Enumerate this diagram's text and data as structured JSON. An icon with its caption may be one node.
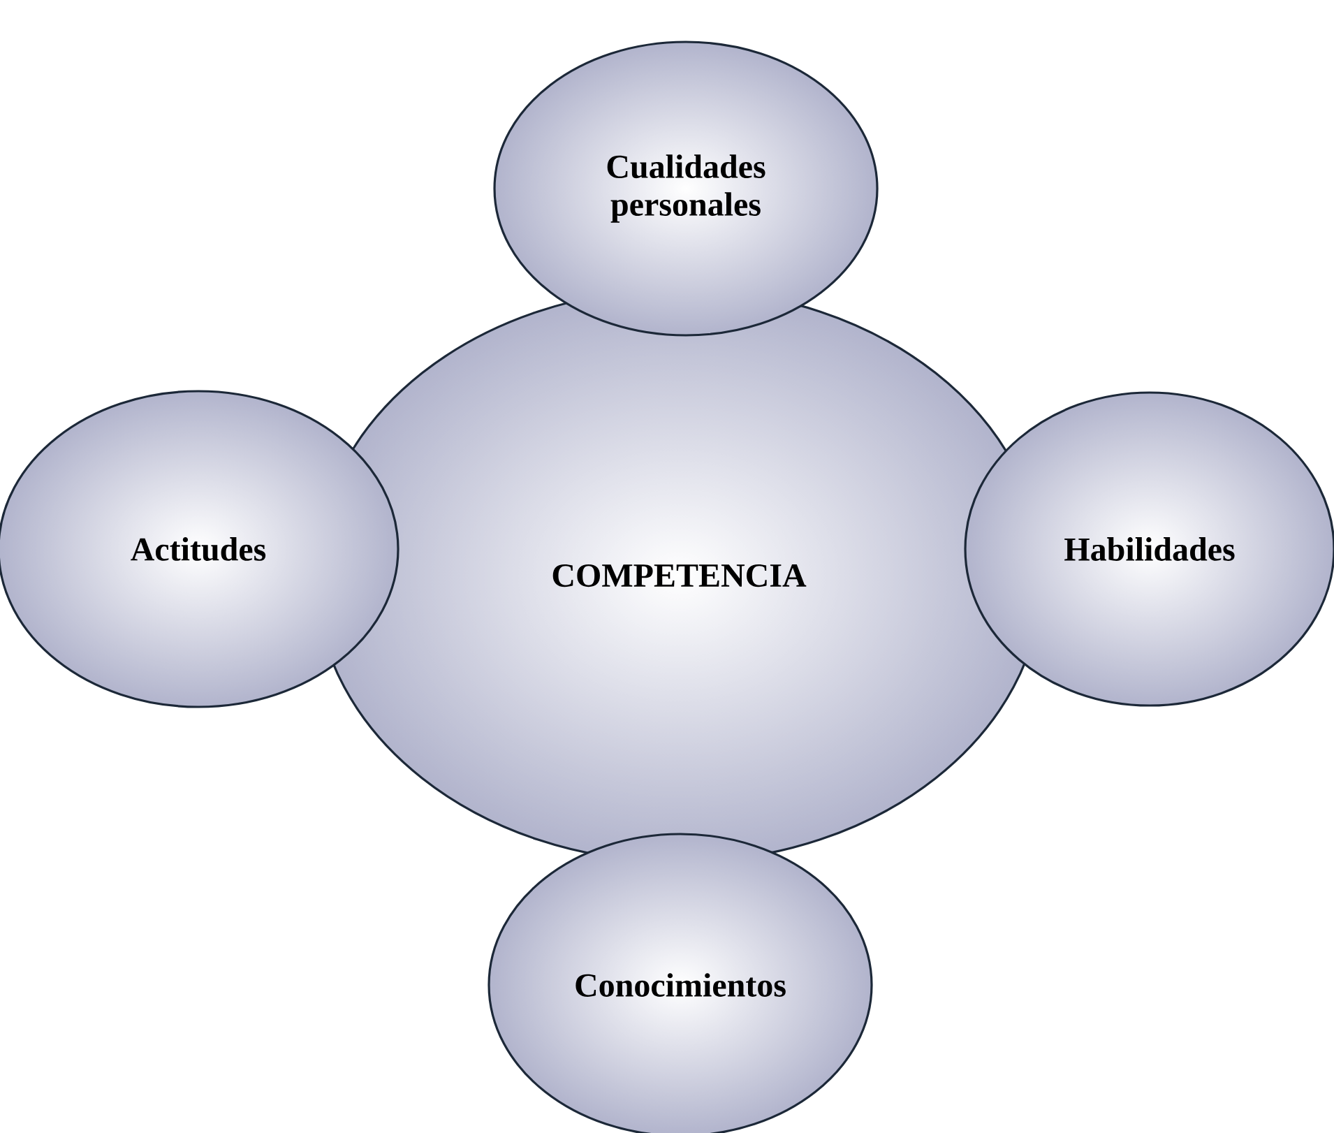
{
  "diagram": {
    "nodes": [
      {
        "text": [
          "Cualidades personales"
        ]
      },
      {
        "text": [
          "Actitudes"
        ]
      },
      {
        "text": [
          "COMPETENCIA"
        ]
      },
      {
        "text": [
          "Habilidades"
        ]
      },
      {
        "text": [
          "Conocimientos"
        ]
      }
    ]
  }
}
